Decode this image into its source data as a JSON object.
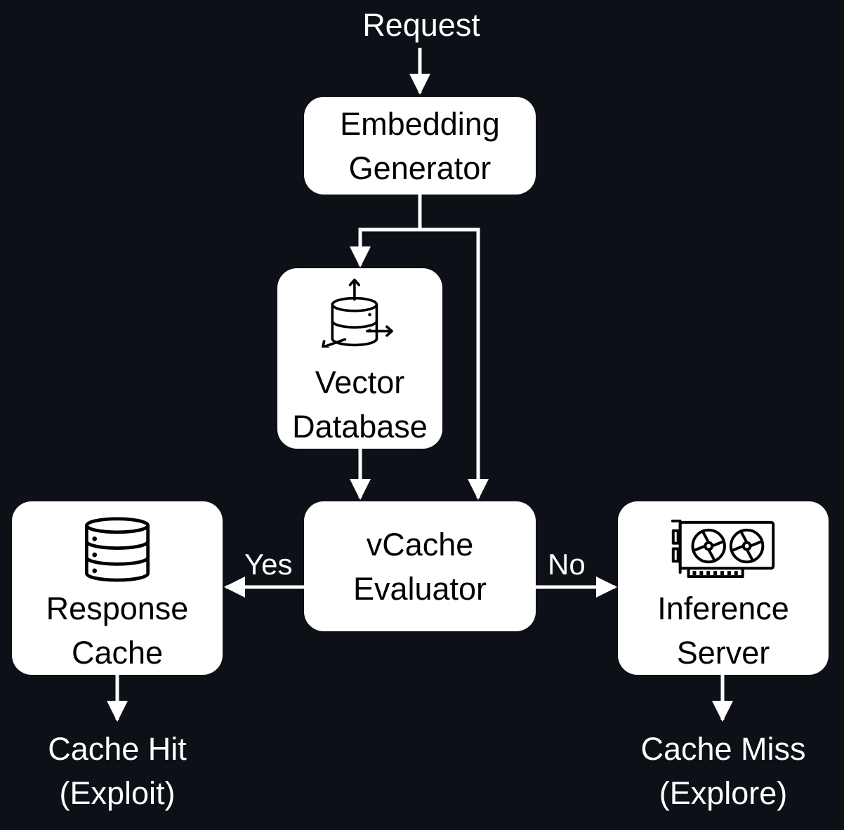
{
  "colors": {
    "background": "#0d1117",
    "node_fill": "#ffffff",
    "node_text": "#000000",
    "line": "#ffffff"
  },
  "labels": {
    "request": "Request",
    "cache_hit": [
      "Cache Hit",
      "(Exploit)"
    ],
    "cache_miss": [
      "Cache Miss",
      "(Explore)"
    ],
    "yes": "Yes",
    "no": "No"
  },
  "nodes": {
    "embedding_generator": {
      "lines": [
        "Embedding",
        "Generator"
      ]
    },
    "vector_database": {
      "lines": [
        "Vector",
        "Database"
      ],
      "icon": "vector-database-icon"
    },
    "vcache_evaluator": {
      "lines": [
        "vCache",
        "Evaluator"
      ]
    },
    "response_cache": {
      "lines": [
        "Response",
        "Cache"
      ],
      "icon": "database-server-icon"
    },
    "inference_server": {
      "lines": [
        "Inference",
        "Server"
      ],
      "icon": "gpu-card-icon"
    }
  }
}
